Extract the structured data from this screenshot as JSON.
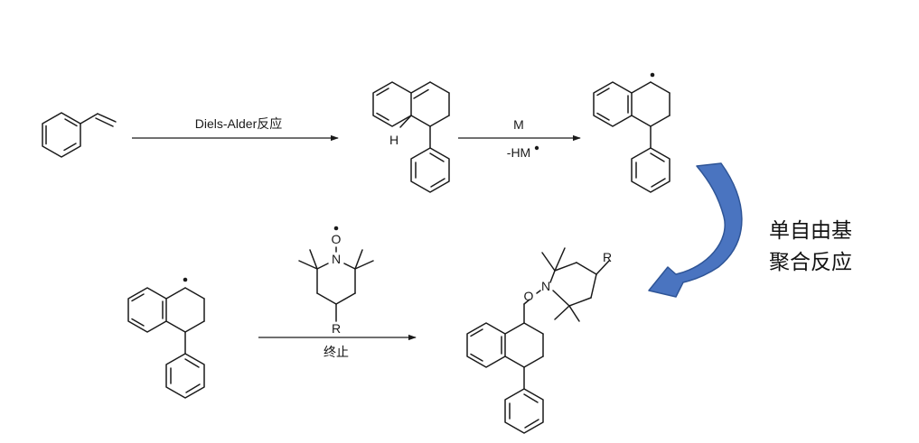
{
  "reactions": {
    "diels_alder": "Diels-Alder反应",
    "reagent_m": "M",
    "minus_hm": "-HM",
    "termination": "终止"
  },
  "atoms": {
    "h": "H",
    "o_tempo": "O",
    "n_tempo": "N",
    "r_tempo": "R",
    "o_product": "O",
    "n_product": "N",
    "r_product": "R"
  },
  "cycle_label": {
    "line1": "单自由基",
    "line2": "聚合反应"
  },
  "colors": {
    "ink": "#1a1a1a",
    "arrow_fill": "#4a74c0",
    "arrow_edge": "#2f5597"
  }
}
